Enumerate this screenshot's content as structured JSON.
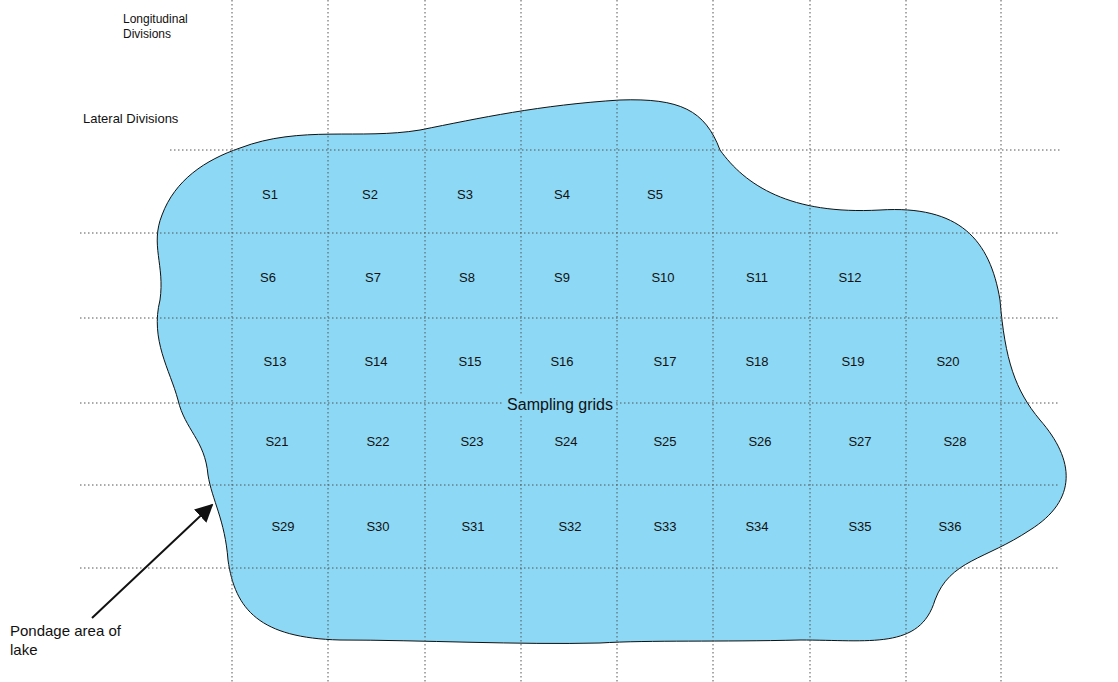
{
  "diagram": {
    "labels": [
      "Longitudinal Divisions",
      "Lateral Divisions",
      "S1",
      "S2",
      "S3",
      "S4",
      "S5",
      "S6",
      "S7",
      "S8",
      "S9",
      "S10",
      "S11",
      "S12",
      "S13",
      "S14",
      "S15",
      "S16",
      "S17",
      "S18",
      "S19",
      "S20",
      "S21",
      "S22",
      "S23",
      "S24",
      "S25",
      "S26",
      "S27",
      "S28",
      "S29",
      "S30",
      "S31",
      "S32",
      "S33",
      "S34",
      "S35",
      "S36",
      "Sampling grids",
      "Pondage area of lake"
    ]
  }
}
